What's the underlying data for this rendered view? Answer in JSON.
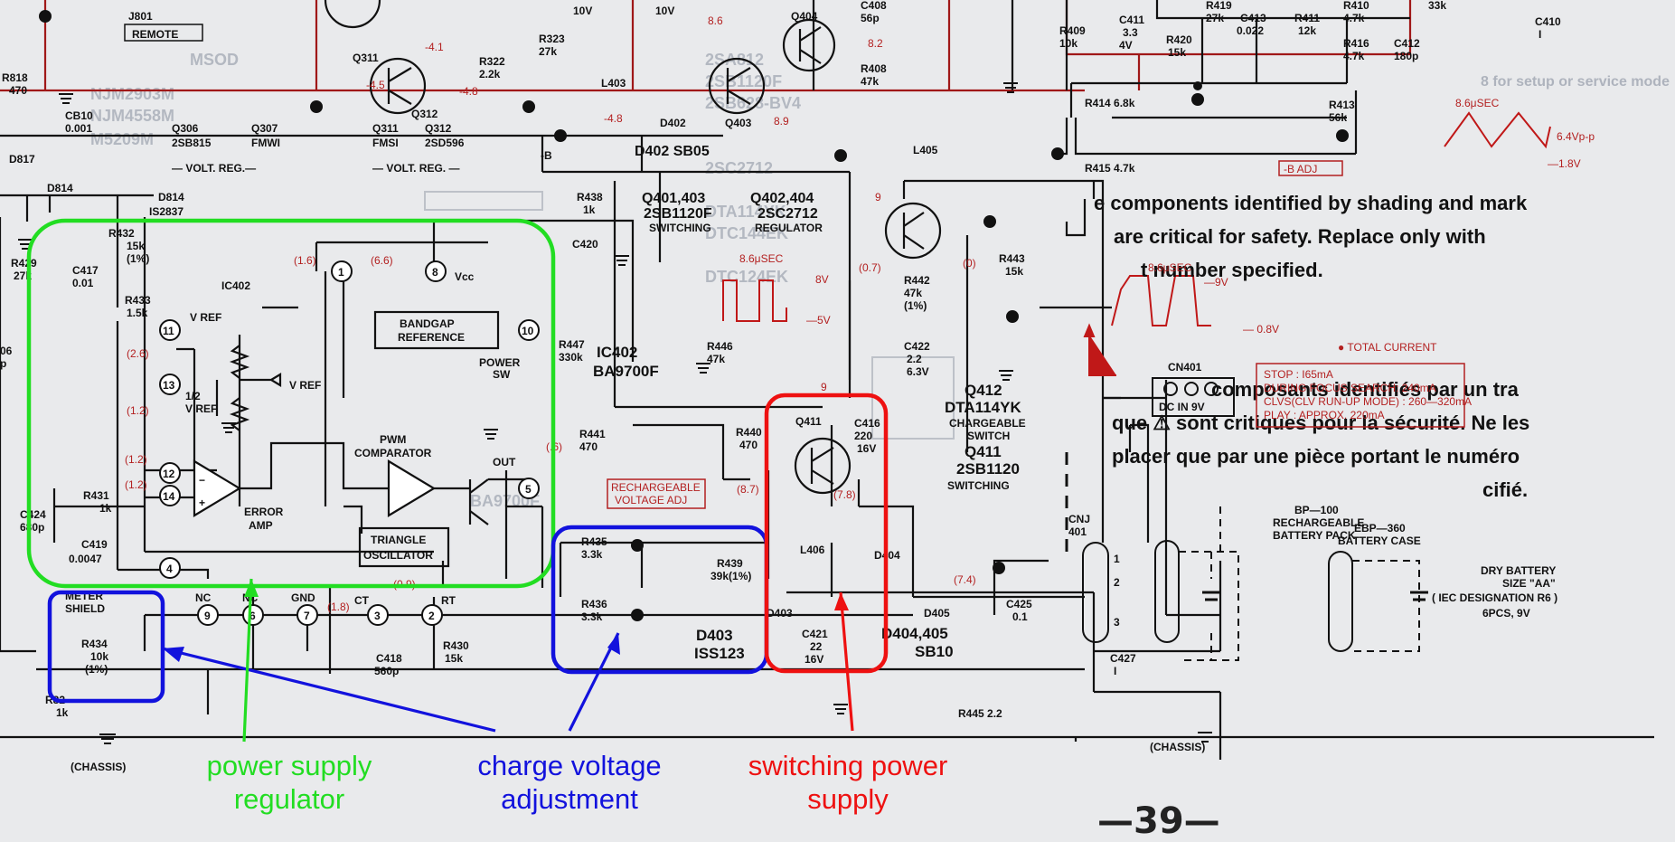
{
  "colors": {
    "green": "#22dd22",
    "blue": "#1212dd",
    "red": "#ee1111",
    "trace_red": "#a01818"
  },
  "callouts": {
    "power_supply_regulator": {
      "line1": "power supply",
      "line2": "regulator"
    },
    "charge_voltage_adjustment": {
      "line1": "charge voltage",
      "line2": "adjustment"
    },
    "switching_power_supply": {
      "line1": "switching power",
      "line2": "supply"
    }
  },
  "page_number": "—39—",
  "ic402": {
    "ref": "IC402",
    "part": "BA9700F",
    "vref": "V REF",
    "half_vref_1": "1/2",
    "half_vref_2": "V REF",
    "bandgap_1": "BANDGAP",
    "bandgap_2": "REFERENCE",
    "power_sw_1": "POWER",
    "power_sw_2": "SW",
    "pwm_1": "PWM",
    "pwm_2": "COMPARATOR",
    "error_1": "ERROR",
    "error_2": "AMP",
    "triangle_1": "TRIANGLE",
    "triangle_2": "OSCILLATOR",
    "out": "OUT",
    "vcc": "Vcc",
    "vref_arrow": "V REF",
    "nc": "NC",
    "gnd": "GND",
    "ct": "CT",
    "rt": "RT",
    "pins": [
      "1",
      "8",
      "10",
      "11",
      "13",
      "12",
      "14",
      "4",
      "5",
      "9",
      "6",
      "7",
      "3",
      "2"
    ],
    "v_pin1": "(1.6)",
    "v_pin8": "(6.6)",
    "v_pin11": "(2.6)",
    "v_pin13": "(1.2)",
    "v_pin12": "(1.2)",
    "v_pin14": "(1.2)",
    "v_pin5": "(.6)",
    "v_pin3": "(1.8)",
    "v_pin2": "(0.9)"
  },
  "header": {
    "j801": "J801",
    "remote": "REMOTE",
    "r818": "R818",
    "r818v": "470",
    "cb10": "CB10",
    "cb10v": "0.001",
    "d817": "D817",
    "d814": "D814",
    "d814p": "IS2837",
    "q306": "Q306",
    "q306p": "2SB815",
    "q307": "Q307",
    "q307p": "FMWI",
    "volt_reg": "— VOLT. REG.—",
    "q311": "Q311",
    "q311p": "FMSI",
    "q312": "Q312",
    "q312p": "2SD596",
    "volt_reg2": "— VOLT. REG. —",
    "q311b": "Q311",
    "q312b": "Q312",
    "r322": "R322",
    "r322v": "2.2k",
    "r323": "R323",
    "r323v": "27k",
    "c10v_a": "10V",
    "c10v_b": "10V",
    "l403": "L403",
    "d402": "D402",
    "q403": "Q403",
    "q404": "Q404",
    "c408": "C408",
    "c408v": "56p",
    "r408": "R408",
    "r408v": "47k",
    "d402sb": "D402  SB05",
    "b": "-B",
    "v1": "-4.5",
    "v2": "-4.1",
    "v3": "-4.8",
    "v4": "8.6",
    "v5": "8.2",
    "v6": "8.9",
    "v7": "-4.8",
    "r409": "R409",
    "r409v": "10k",
    "c411": "C411",
    "c411v": "3.3",
    "c411v2": "4V",
    "r420": "R420",
    "r420v": "15k",
    "r419": "R419",
    "r419v": "27k",
    "c413": "C413",
    "c413v": "0.022",
    "r411": "R411",
    "r411v": "12k",
    "r410": "R410",
    "r410v": "4.7k",
    "r416": "R416",
    "r416v": "4.7k",
    "k33": "33k",
    "c412": "C412",
    "c412v": "180p",
    "c410": "C410",
    "c410v": "I",
    "r414": "R414  6.8k",
    "r415": "R415  4.7k",
    "r413": "R413",
    "r413v": "56k",
    "b_adj": "-B  ADJ",
    "l405": "L405",
    "w86": "8.6μSEC",
    "w64": "6.4Vp-p",
    "w18": "—1.8V",
    "setup": "8 for setup or service mode"
  },
  "mid": {
    "r438": "R438",
    "r438v": "1k",
    "q401": "Q401,403",
    "q401p": "2SB1120F",
    "q401f": "SWITCHING",
    "q402": "Q402,404",
    "q402p": "2SC2712",
    "q402f": "REGULATOR",
    "c420": "C420",
    "r447": "R447",
    "r447v": "330k",
    "wave_t": "8.6μSEC",
    "wave_8": "8V",
    "wave_5": "—5V",
    "r446": "R446",
    "r446v": "47k",
    "q412": "Q412",
    "q412p": "DTA114YK",
    "q412f1": "CHARGEABLE",
    "q412f2": "SWITCH",
    "r442": "R442",
    "r442v": "47k",
    "r442t": "(1%)",
    "c422": "C422",
    "c422v": "2.2",
    "c422w": "6.3V",
    "r443": "R443",
    "r443v": "15k",
    "v07": "(0.7)",
    "v0": "(0)",
    "v9": "9",
    "q411": "Q411",
    "q411p": "2SB1120",
    "q411f": "SWITCHING",
    "r440": "R440",
    "r440v": "470",
    "c416": "C416",
    "c416v": "220",
    "c416w": "16V",
    "v87": "(8.7)",
    "v78": "(7.8)",
    "v9b": "9",
    "r441": "R441",
    "r441v": "470",
    "rech_1": "RECHARGEABLE",
    "rech_2": "VOLTAGE ADJ",
    "r435": "R435",
    "r435v": "3.3k",
    "r436": "R436",
    "r436v": "3.3k",
    "r439": "R439",
    "r439v": "39k(1%)",
    "d403": "D403",
    "d403p": "ISS123",
    "d403b": "D403",
    "l406": "L406",
    "d404": "D404",
    "c421": "C421",
    "c421v": "22",
    "c421w": "16V",
    "d404p": "D404,405",
    "d404pp": "SB10",
    "d405": "D405",
    "v74": "(7.4)",
    "c425": "C425",
    "c425v": "0.1",
    "c427": "C427",
    "c427v": "I",
    "r445": "R445  2.2",
    "cn401": "CN401",
    "dcin": "DC IN  9V",
    "cnj": "CNJ",
    "cnj2": "401",
    "t_pin1": "1",
    "t_pin2": "2",
    "t_pin3": "3",
    "r432": "R432",
    "r432v": "15k",
    "r432t": "(1%)",
    "r433": "R433",
    "r433v": "1.5k",
    "r429": "R429",
    "r429v": "27k",
    "c417": "C417",
    "c417v": "0.01",
    "r431": "R431",
    "r431v": "1k",
    "c424": "C424",
    "c424v": "680p",
    "c419": "C419",
    "c419v": "0.0047",
    "meter": "METER",
    "shield": "SHIELD",
    "r434": "R434",
    "r434v": "10k",
    "r434t": "(1%)",
    "r82": "R82",
    "r82v": "1k",
    "chassis": "(CHASSIS)",
    "c418": "C418",
    "c418v": "560p",
    "r430": "R430",
    "r430v": "15k",
    "p06": "06",
    "pp": "p"
  },
  "right": {
    "note1": "e components identified by shading and mark",
    "note2": "are critical for safety.  Replace only with",
    "note3": "t number specified.",
    "note4": "composants identifiés par un tra",
    "note5": "que ⚠ sont critiques pour la sécurité. Ne les",
    "note6": "placer que par une pièce portant le numéro",
    "note7": "cifié.",
    "w86": "8.6μSEC",
    "w9": "—9V",
    "w08": "— 0.8V",
    "total": "● TOTAL CURRENT",
    "stop": "STOP : I65mA",
    "focus": "DURING FOCUS SEARCH: 240mA",
    "clv": "CLVS(CLV RUN-UP MODE) : 260—320mA",
    "play": "PLAY : APPROX. 220mA",
    "bp": "BP—100",
    "bp2": "RECHARGEABLE",
    "bp3": "BATTERY PACK",
    "ebp": "EBP—360",
    "ebp2": "BATTERY CASE",
    "dry1": "DRY BATTERY",
    "dry2": "SIZE \"AA\"",
    "dry3": "( IEC DESIGNATION R6 )",
    "dry4": "6PCS, 9V",
    "chassis": "(CHASSIS)",
    "g1": "2SA812",
    "g2": "2SB1120F",
    "g3": "2SB628-BV4",
    "g4": "2SC2712",
    "g5": "DTA114YK",
    "g6": "DTC144EK",
    "g7": "DTC124EK",
    "g8": "MSOD",
    "g9": "NJM2903M",
    "g10": "NJM4558M",
    "g11": "M5209M",
    "g12": "BA9700F"
  }
}
